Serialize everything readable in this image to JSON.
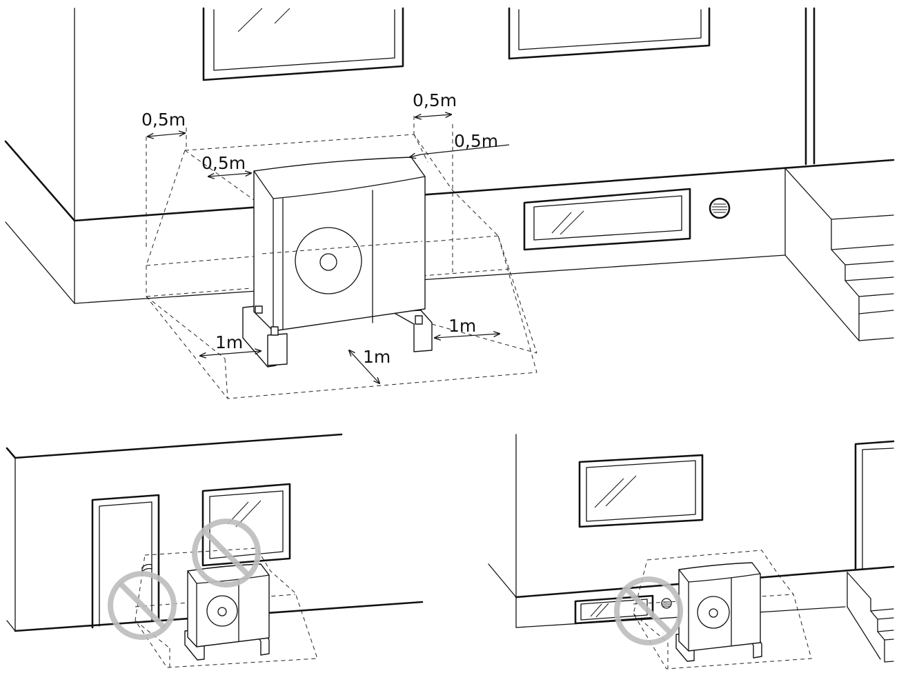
{
  "labels": {
    "left_wall": "0,5m",
    "top_clearance": "0,5m",
    "left_side": "0,5m",
    "rear_side": "0,5m",
    "front_left": "1m",
    "front": "1m",
    "front_right": "1m"
  },
  "colors": {
    "line": "#111111",
    "prohibited_symbol": "#bdbdbd",
    "background": "#ffffff"
  },
  "icons": [
    "prohibited-sign-icon",
    "fan-icon",
    "vent-grille-icon"
  ]
}
